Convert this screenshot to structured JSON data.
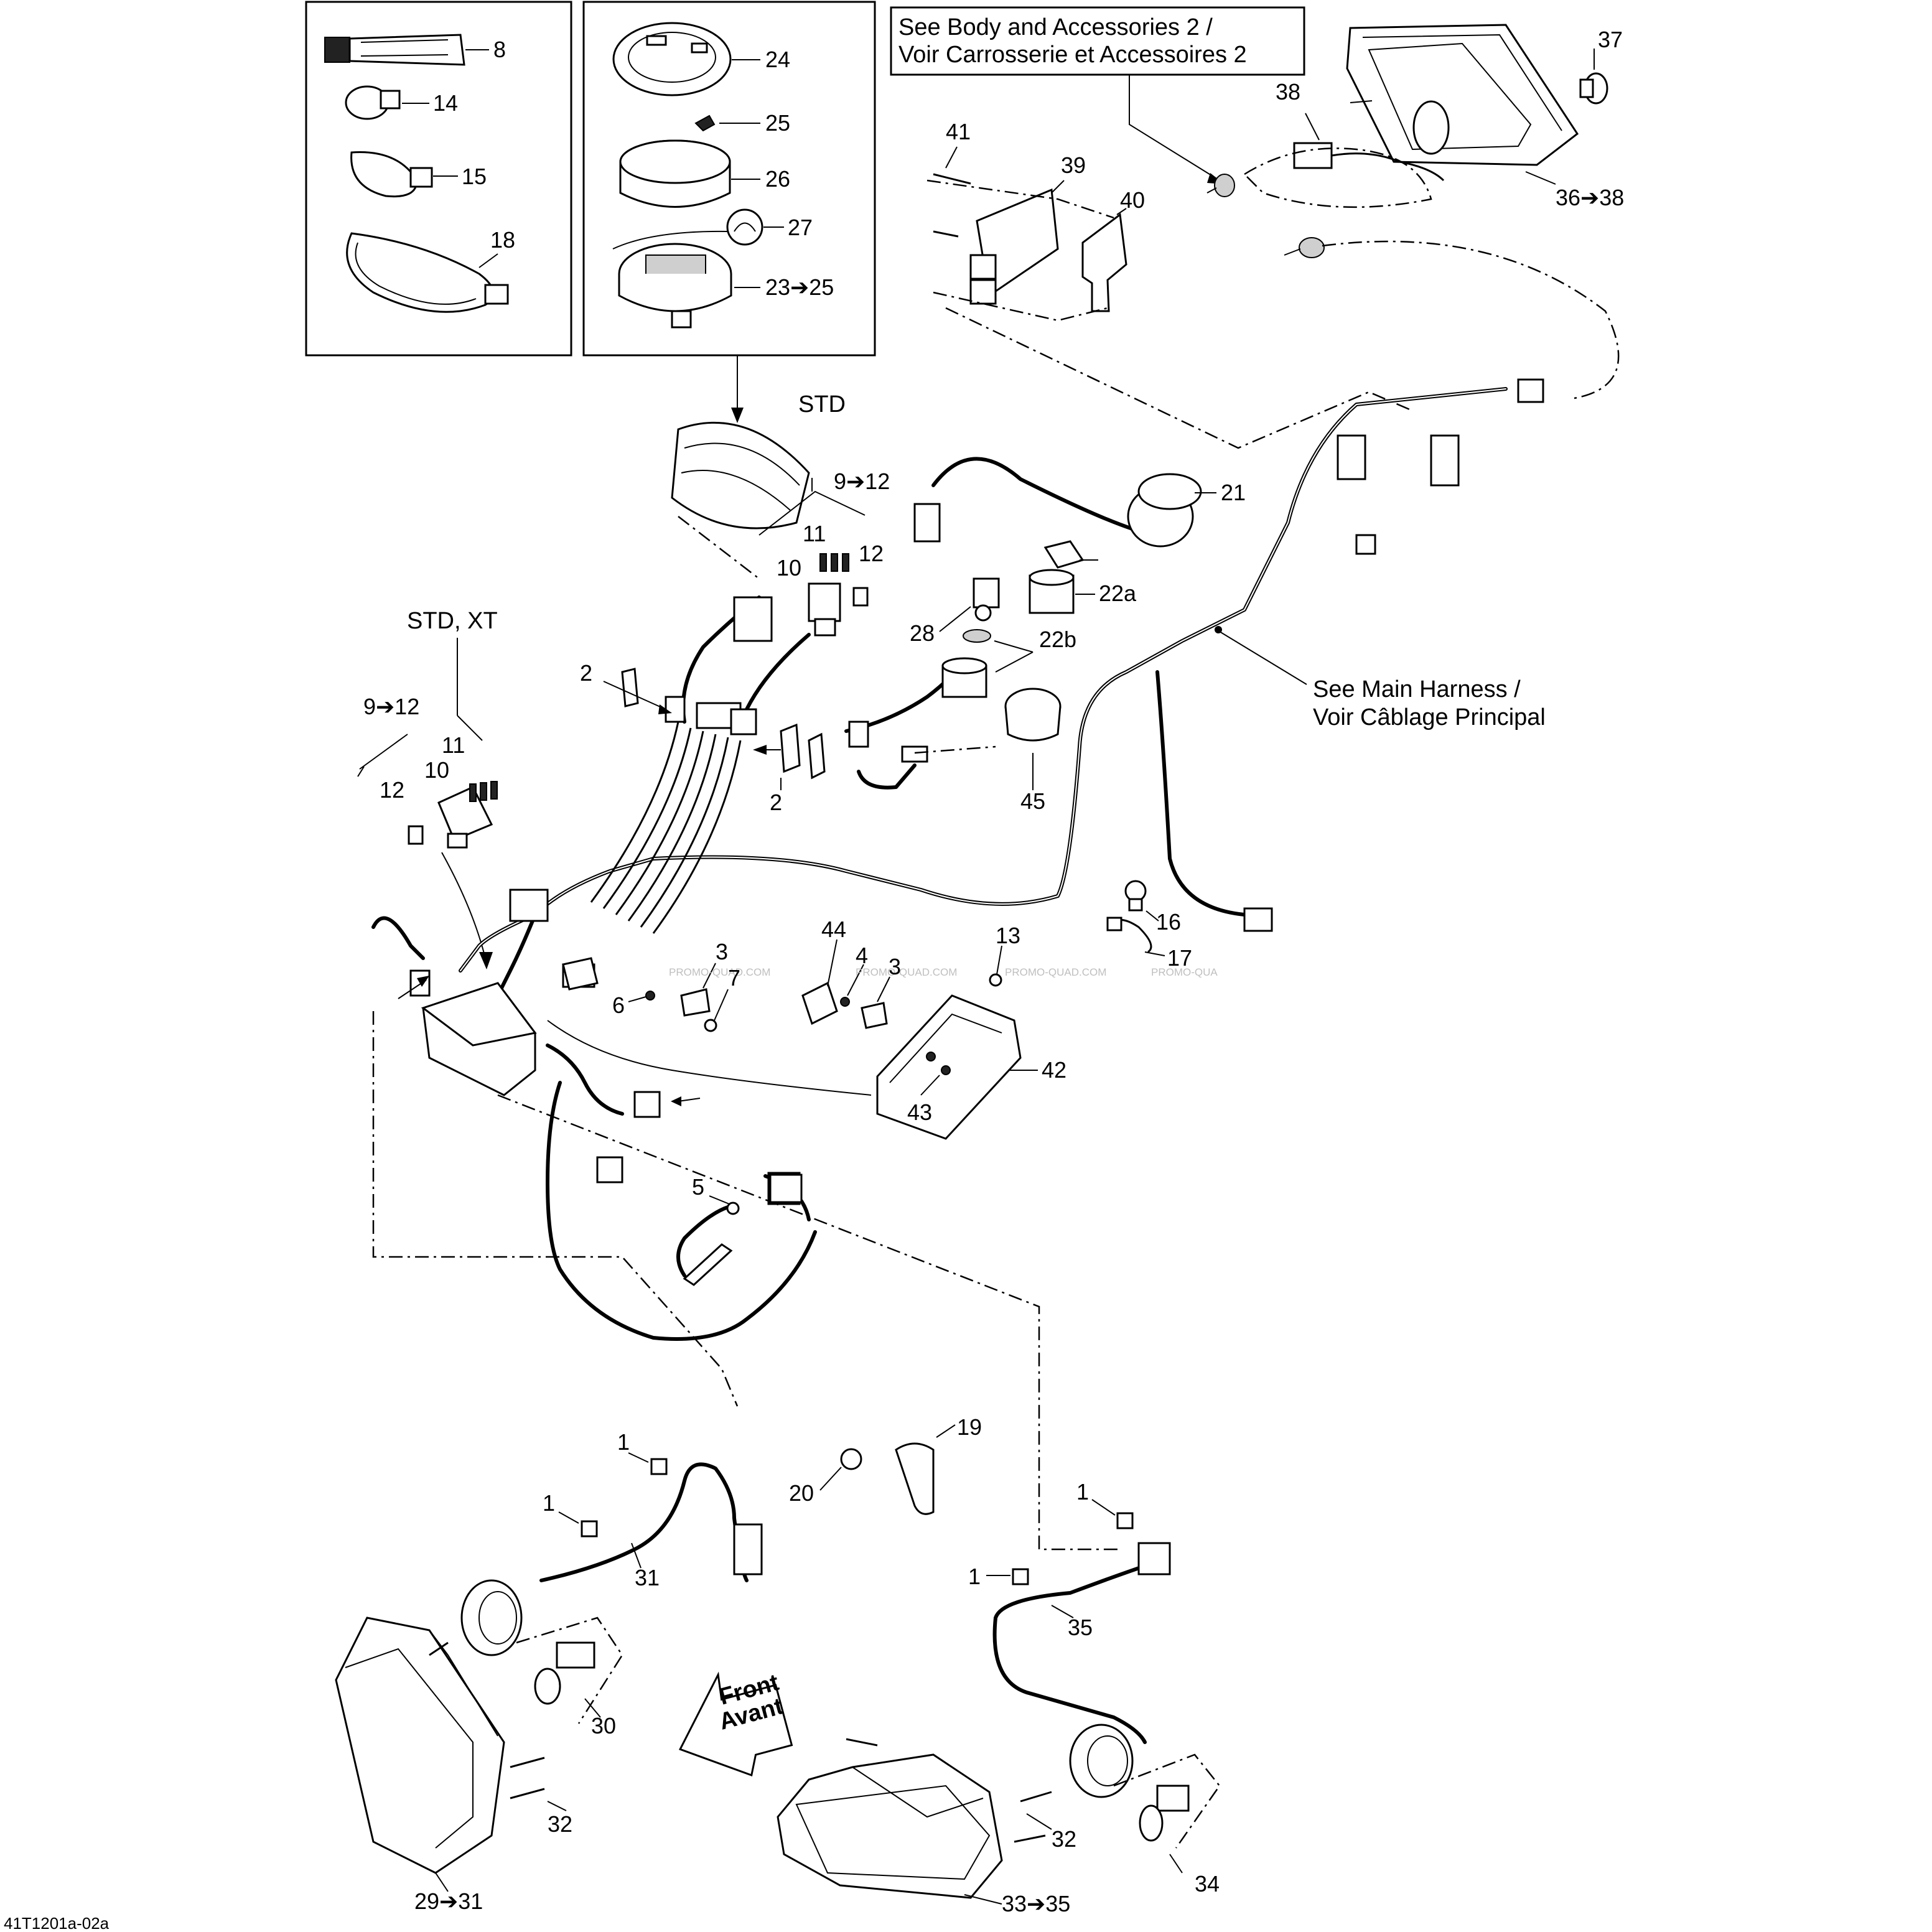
{
  "callouts": {
    "n1a": "1",
    "n1b": "1",
    "n1c": "1",
    "n1d": "1",
    "n2a": "2",
    "n2b": "2",
    "n3a": "3",
    "n3b": "3",
    "n4": "4",
    "n5": "5",
    "n6": "6",
    "n7": "7",
    "n8": "8",
    "n9to12a": "9➔12",
    "n9to12b": "9➔12",
    "n10a": "10",
    "n10b": "10",
    "n11a": "11",
    "n11b": "11",
    "n12a": "12",
    "n12b": "12",
    "n13": "13",
    "n14": "14",
    "n15": "15",
    "n16": "16",
    "n17": "17",
    "n18": "18",
    "n19": "19",
    "n20": "20",
    "n21": "21",
    "n22a": "22a",
    "n22b": "22b",
    "n23to25": "23➔25",
    "n24": "24",
    "n25": "25",
    "n26": "26",
    "n27": "27",
    "n28": "28",
    "n29to31": "29➔31",
    "n30": "30",
    "n31": "31",
    "n32a": "32",
    "n32b": "32",
    "n33to35": "33➔35",
    "n34": "34",
    "n35": "35",
    "n36to38": "36➔38",
    "n37": "37",
    "n38": "38",
    "n39": "39",
    "n40": "40",
    "n41": "41",
    "n42": "42",
    "n43": "43",
    "n44": "44",
    "n45": "45"
  },
  "notes": {
    "std": "STD",
    "std_xt": "STD, XT",
    "body_ref_line1": "See Body and Accessories 2 /",
    "body_ref_line2": "Voir Carrosserie et Accessoires 2",
    "main_harness_line1": "See Main Harness /",
    "main_harness_line2": "Voir Câblage Principal",
    "front_line1": "Front",
    "front_line2": "Avant",
    "figure_code": "41T1201a-02a"
  },
  "watermarks": [
    "PROMO-QUAD.COM",
    "PROMO-QUAD.COM",
    "PROMO-QUAD.COM",
    "PROMO-QUA"
  ]
}
